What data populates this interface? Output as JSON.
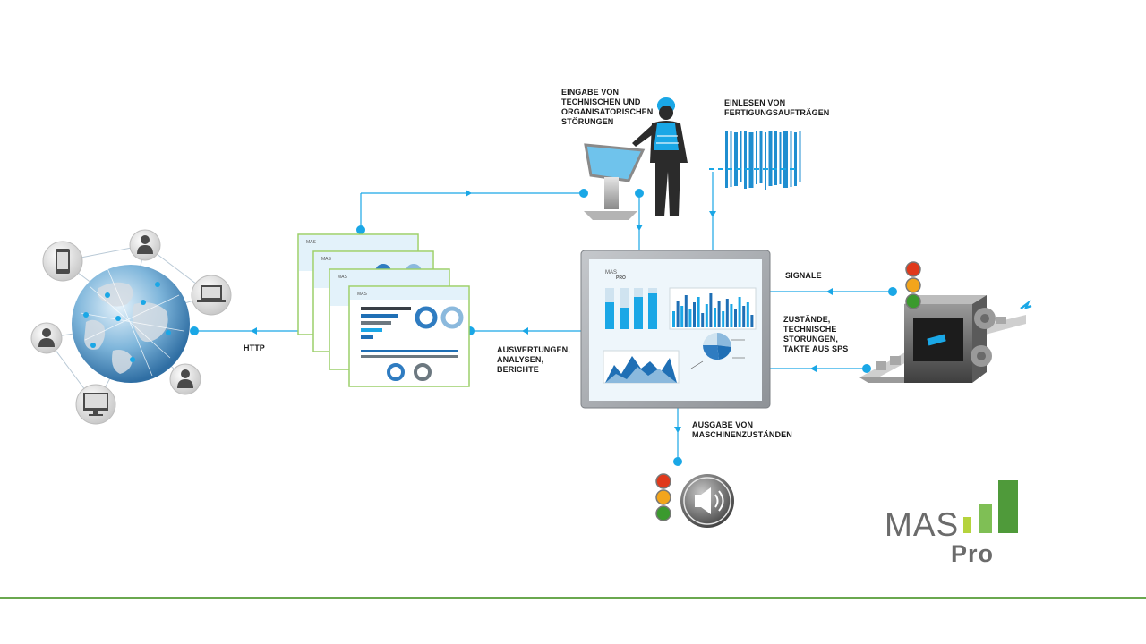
{
  "labels": {
    "http": "HTTP",
    "auswertungen": [
      "AUSWERTUNGEN,",
      "ANALYSEN,",
      "BERICHTE"
    ],
    "eingabe": [
      "EINGABE VON",
      "TECHNISCHEN UND",
      "ORGANISATORISCHEN",
      "STÖRUNGEN"
    ],
    "einlesen": [
      "EINLESEN VON",
      "FERTIGUNGSAUFTRÄGEN"
    ],
    "signale": "SIGNALE",
    "zustaende": [
      "ZUSTÄNDE,",
      "TECHNISCHE",
      "STÖRUNGEN,",
      "TAKTE AUS SPS"
    ],
    "ausgabe": [
      "AUSGABE VON",
      "MASCHINENZUSTÄNDEN"
    ]
  },
  "logo": {
    "mas": "MAS",
    "pro": "Pro"
  },
  "mini_logo": {
    "mas": "MAS",
    "pro": "PRO"
  },
  "colors": {
    "accent": "#1aa7e6",
    "brand_green": "#4f9a3a",
    "light_green": "#a9c94a",
    "footer": "#6aa84f",
    "traffic_red": "#e0391b",
    "traffic_yellow": "#f2a51c",
    "traffic_green": "#3b9a2e"
  },
  "icons": [
    "globe-icon",
    "smartphone-icon",
    "user-icon",
    "laptop-icon",
    "monitor-icon",
    "worker-icon",
    "kiosk-icon",
    "barcode-icon",
    "traffic-light-icon",
    "speaker-icon",
    "machine-icon"
  ]
}
